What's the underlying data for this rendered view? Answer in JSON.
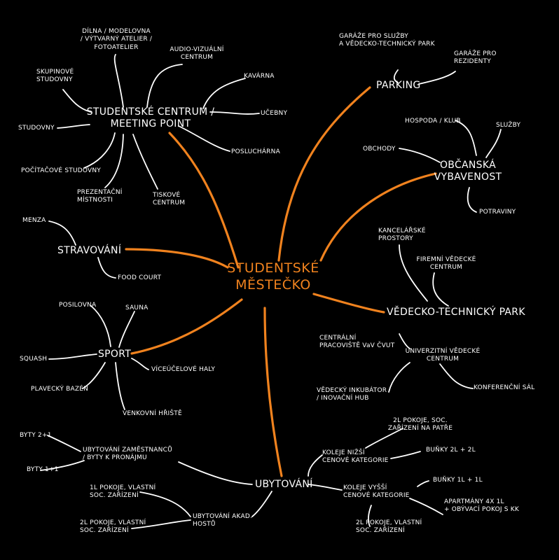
{
  "center": "STUDENTSKÉ\nMĚSTEČKO",
  "colors": {
    "background": "#000000",
    "accent": "#f0821e",
    "text": "#ffffff"
  },
  "hubs": {
    "studentske_centrum": "STUDENTSKÉ CENTRUM /\nMEETING POINT",
    "parking": "PARKING",
    "obcanska": "OBČANSKÁ\nVYBAVENOST",
    "stravovani": "STRAVOVÁNÍ",
    "vedecko": "VĚDECKO-TECHNICKÝ PARK",
    "sport": "SPORT",
    "ubytovani": "UBYTOVÁNÍ"
  },
  "leaves": {
    "sc_dilna": "DÍLNA / MODELOVNA\n/ VÝTVARNÝ ATELIER /\nFOTOATELIER",
    "sc_audio": "AUDIO-VIZUÁLNÍ\nCENTRUM",
    "sc_skupinove": "SKUPINOVÉ\nSTUDOVNY",
    "sc_kavarna": "KAVÁRNA",
    "sc_ucebny": "UČEBNY",
    "sc_studovny": "STUDOVNY",
    "sc_poslucharna": "POSLUCHÁRNA",
    "sc_pocitacove": "POČÍTAČOVÉ STUDOVNY",
    "sc_prezentacni": "PREZENTAČNÍ\nMÍSTNOSTI",
    "sc_tiskove": "TISKOVÉ\nCENTRUM",
    "pk_garaze_sluzby": "GARÁŽE PRO SLUŽBY\nA VĚDECKO-TECHNICKÝ PARK",
    "pk_garaze_rezidenty": "GARÁŽE PRO\nREZIDENTY",
    "ob_hospoda": "HOSPODA / KLUB",
    "ob_sluzby": "SLUŽBY",
    "ob_obchody": "OBCHODY",
    "ob_potraviny": "POTRAVINY",
    "st_menza": "MENZA",
    "st_food": "FOOD COURT",
    "vt_kancelarske": "KANCELÁŘSKÉ\nPROSTORY",
    "vt_firemni": "FIREMNÍ VĚDECKÉ\nCENTRUM",
    "vt_centralni": "CENTRÁLNÍ\nPRACOVIŠTĚ VaV ČVUT",
    "vt_univerzitni": "UNIVERZITNÍ VĚDECKÉ\nCENTRUM",
    "vt_konferencni": "KONFERENČNÍ SÁL",
    "vt_inkubator": "VĚDECKÝ INKUBÁTOR\n/ INOVAČNÍ HUB",
    "sp_posilovna": "POSILOVNA",
    "sp_sauna": "SAUNA",
    "sp_squash": "SQUASH",
    "sp_viceucelove": "VÍCEÚČELOVÉ HALY",
    "sp_plavecky": "PLAVECKÝ BAZÉN",
    "sp_venkovni": "VENKOVNÍ HŘIŠTĚ",
    "ub_byty21": "BYTY 2+1",
    "ub_byty11": "BYTY 1+1",
    "ub_zamestnancu": "UBYTOVÁNÍ ZAMĚSTNANCŮ\n/ BYTY K PRONÁJMU",
    "ub_1l_pokoje": "1L POKOJE, VLASTNÍ\nSOC. ZAŘÍZENÍ",
    "ub_akad": "UBYTOVÁNÍ AKAD.\nHOSTŮ",
    "ub_2l_pokoje": "2L POKOJE, VLASTNÍ\nSOC. ZAŘÍZENÍ",
    "ub_2l_soc_patre": "2L POKOJE, SOC.\nZAŘÍZENÍ NA PATŘE",
    "ub_kolej_nizsi": "KOLEJE NIŽŠÍ\nCENOVÉ KATEGORIE",
    "ub_bunky22": "BUŇKY 2L + 2L",
    "ub_kolej_vyssi": "KOLEJE VYŠŠÍ\nCENOVÉ KATEGORIE",
    "ub_bunky11": "BUŇKY 1L + 1L",
    "ub_apartmany": "APARTMÁNY 4X 1L\n+ OBÝVACÍ POKOJ S KK",
    "ub_2l_vlastni_b": "2L POKOJE, VLASTNÍ\nSOC. ZAŘÍZENÍ"
  }
}
